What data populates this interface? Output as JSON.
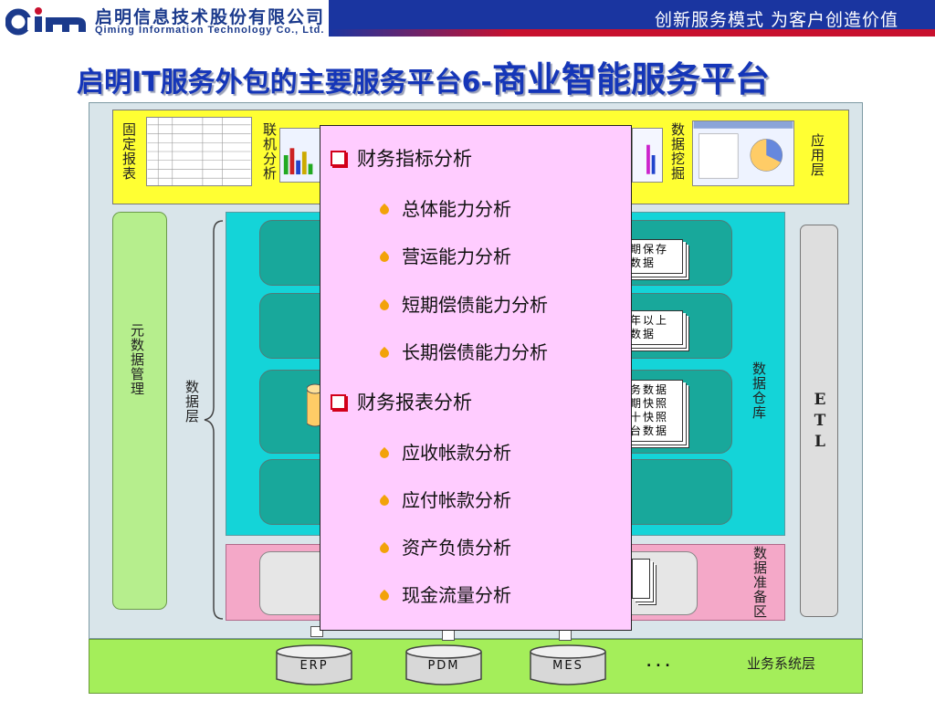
{
  "header": {
    "company_cn": "启明信息技术股份有限公司",
    "company_en": "Qiming Information Technology Co., Ltd.",
    "slogan": "创新服务模式  为客户创造价值",
    "title_main": "启明IT服务外包的主要服务平台6-",
    "title_big": "商业智能服务平台"
  },
  "diagram": {
    "fixed_reports": "固定报表",
    "olap": "联机分析",
    "data_mining": "数据挖掘",
    "app_layer": "应用层",
    "metadata": "元数据管理",
    "data_layer": "数据层",
    "data_warehouse": "数据仓库",
    "etl": "ETL",
    "staging": "数据准备区",
    "biz_layer": "业务系统层",
    "systems": [
      "ERP",
      "PDM",
      "MES"
    ],
    "ellipsis": ". . .",
    "doc1": [
      "期保存",
      "数据"
    ],
    "doc2": [
      "年以上",
      "数据"
    ],
    "doc3": [
      "务数据",
      "期快照",
      "十快照",
      "台数据"
    ]
  },
  "popup": {
    "section1": "财务指标分析",
    "items1": [
      "总体能力分析",
      "营运能力分析",
      "短期偿债能力分析",
      "长期偿债能力分析"
    ],
    "section2": "财务报表分析",
    "items2": [
      "应收帐款分析",
      "应付帐款分析",
      "资产负债分析",
      "现金流量分析"
    ]
  },
  "colors": {
    "brand_blue": "#1a35a0",
    "accent_red": "#c8102e",
    "title_blue": "#1536b8",
    "app_layer": "#ffff33",
    "warehouse": "#14d4d8",
    "popup_bg": "#ffccff"
  }
}
